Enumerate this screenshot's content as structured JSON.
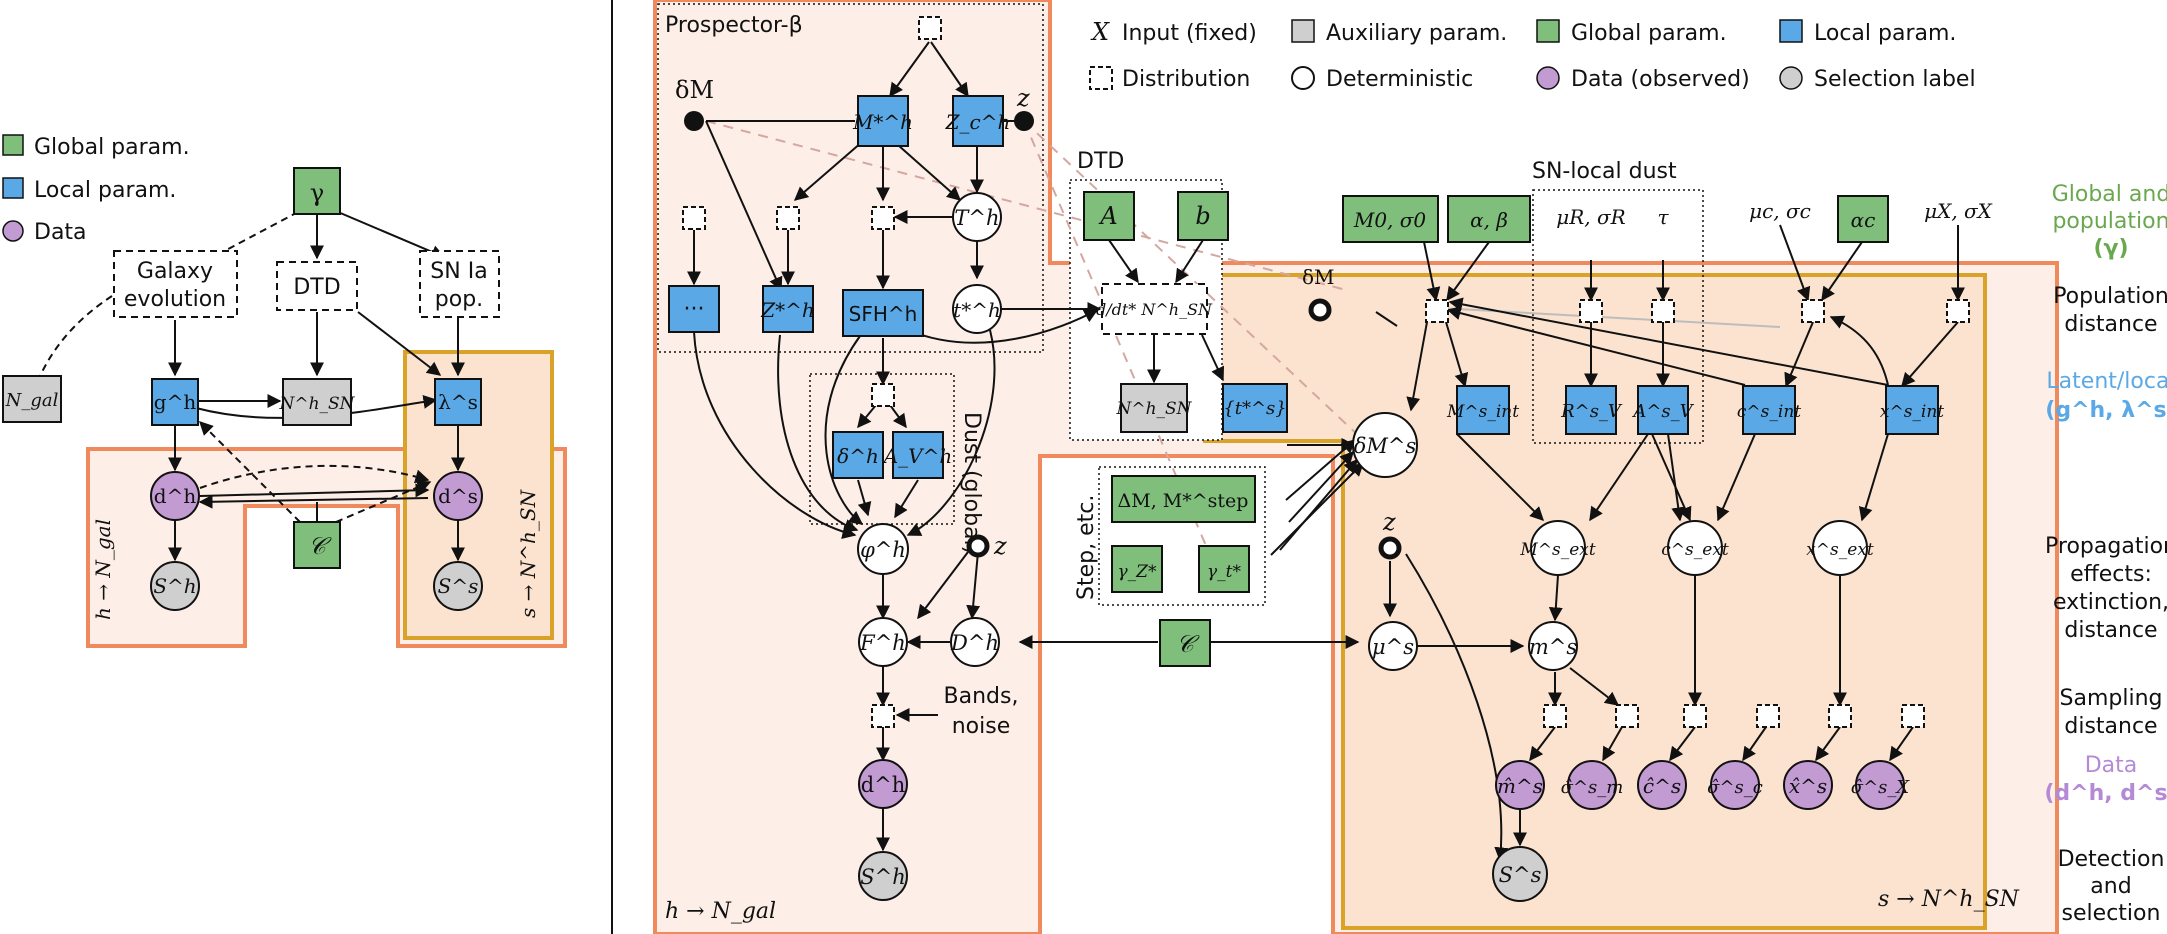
{
  "colors": {
    "global": "#7fbf7b",
    "local": "#5aa9e6",
    "data": "#c39bd3",
    "selection": "#cfcfcf",
    "auxiliary": "#cfcfcf",
    "plate_orange": "#f08a5d",
    "plate_gold": "#d9a329",
    "panel_fill": "#fdeee7"
  },
  "left_legend": {
    "global": "Global param.",
    "local": "Local param.",
    "data": "Data"
  },
  "left_panel": {
    "gamma": "γ",
    "galaxy_evolution": [
      "Galaxy",
      "evolution"
    ],
    "dtd": "DTD",
    "sn_pop": [
      "SN Ia",
      "pop."
    ],
    "n_gal": "N_gal",
    "g_h": "g^h",
    "n_sn": "N^h_SN",
    "lambda_s": "λ^s",
    "d_h": "d^h",
    "d_s": "d^s",
    "c_cal": "𝒞",
    "S_h": "S^h",
    "S_s": "S^s",
    "plate_h": "h → N_gal",
    "plate_s": "s → N^h_SN"
  },
  "top_legend": [
    {
      "symbol": "X",
      "text": "Input (fixed)"
    },
    {
      "symbol": "auxiliary",
      "text": "Auxiliary param."
    },
    {
      "symbol": "global",
      "text": "Global param."
    },
    {
      "symbol": "local",
      "text": "Local param."
    },
    {
      "symbol": "distribution",
      "text": "Distribution"
    },
    {
      "symbol": "deterministic",
      "text": "Deterministic"
    },
    {
      "symbol": "data",
      "text": "Data (observed)"
    },
    {
      "symbol": "selection",
      "text": "Selection label"
    }
  ],
  "main": {
    "prospector_title": "Prospector-β",
    "dtd_title": "DTD",
    "sn_dust_title": "SN-local dust",
    "dust_global": "Dust (global)",
    "step_etc": "Step, etc.",
    "bands_noise": [
      "Bands,",
      "noise"
    ],
    "plate_h": "h → N_gal",
    "plate_s": "s → N^h_SN",
    "nodes": {
      "deltaM_top": "δM",
      "z_top": "z",
      "M_star": "M*^h",
      "Z_c": "Z_c^h",
      "T_h": "T^h",
      "t_star": "t*^h",
      "dots": "···",
      "Z_star": "Z*^h",
      "SFH": "SFH^h",
      "delta_h": "δ^h",
      "A_V_h": "A_V^h",
      "phi_h": "φ^h",
      "z_mid": "z",
      "F_h": "F^h",
      "D_h": "D^h",
      "d_h": "d^h",
      "S_h": "S^h",
      "A": "A",
      "b": "b",
      "dN": "d/dt* N^h_SN",
      "N_sn": "N^h_SN",
      "t_s": "{t*^s}",
      "deltaM_mid": "δM",
      "deltaM_s": "δM^s",
      "M0": "M0, σ0",
      "alpha_beta": "α, β",
      "mu_R": "μR, σR",
      "tau": "τ",
      "mu_c": "μc, σc",
      "alpha_c": "αc",
      "mu_X": "μX, σX",
      "M_int": "M^s_int",
      "R_V": "R^s_V",
      "A_V_s": "A^s_V",
      "c_int": "c^s_int",
      "x_int": "x^s_int",
      "step": "ΔM, M*^step",
      "gamma_Z": "γ_Z*",
      "gamma_t": "γ_t*",
      "C": "𝒞",
      "z_low": "z",
      "mu_s": "μ^s",
      "M_ext": "M^s_ext",
      "c_ext": "c^s_ext",
      "x_ext": "x^s_ext",
      "m_s": "m^s",
      "m_hat": "m̂^s",
      "sig_m": "σ̂^s_m",
      "c_hat": "ĉ^s",
      "sig_c": "σ̂^s_c",
      "x_hat": "x̂^s",
      "sig_x": "σ̂^s_X",
      "S_s": "S^s"
    }
  },
  "right_labels": [
    {
      "lines": [
        "Global and",
        "population"
      ],
      "sub": "(γ)",
      "color": "#6aa84f"
    },
    {
      "lines": [
        "Population",
        "distance"
      ],
      "sub": "",
      "color": "#111111"
    },
    {
      "lines": [
        "Latent/local"
      ],
      "sub": "(g^h, λ^s)",
      "color": "#5aa9e6"
    },
    {
      "lines": [
        "Propagation",
        "effects:",
        "extinction,",
        "distance"
      ],
      "sub": "",
      "color": "#111111"
    },
    {
      "lines": [
        "Sampling",
        "distance"
      ],
      "sub": "",
      "color": "#111111"
    },
    {
      "lines": [
        "Data"
      ],
      "sub": "(d^h, d^s)",
      "color": "#b48ad6"
    },
    {
      "lines": [
        "Detection",
        "and",
        "selection"
      ],
      "sub": "",
      "color": "#111111"
    }
  ]
}
